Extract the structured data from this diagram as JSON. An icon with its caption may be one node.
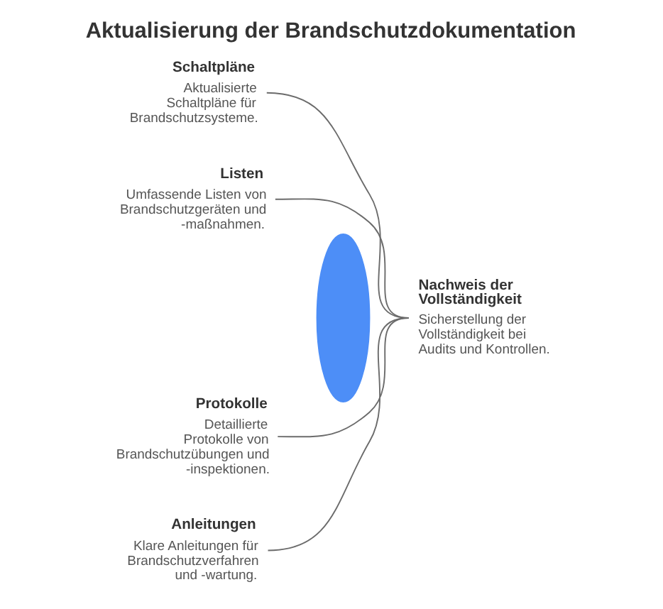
{
  "diagram": {
    "title": "Aktualisierung der Brandschutzdokumentation",
    "nodes": [
      {
        "text": [
          "Schaltpläne",
          "Aktualisierte Schaltpläne für Brandschutzsysteme."
        ]
      },
      {
        "text": [
          "Listen",
          "Umfassende Listen von Brandschutzgeräten und -maßnahmen."
        ]
      },
      {
        "text": [
          "Protokolle",
          "Detaillierte Protokolle von Brandschutzübungen und -inspektionen."
        ]
      },
      {
        "text": [
          "Anleitungen",
          "Klare Anleitungen für Brandschutzverfahren und -wartung."
        ]
      },
      {
        "text": [],
        "shape": "ellipse"
      },
      {
        "text": [
          "Nachweis der Vollständigkeit",
          "Sicherstellung der Vollständigkeit bei Audits und Kontrollen."
        ]
      }
    ],
    "edges": [
      {
        "from": 0,
        "to": 5,
        "arrow": "none"
      },
      {
        "from": 1,
        "to": 5,
        "arrow": "none"
      },
      {
        "from": 2,
        "to": 5,
        "arrow": "none"
      },
      {
        "from": 3,
        "to": 5,
        "arrow": "none"
      }
    ]
  }
}
